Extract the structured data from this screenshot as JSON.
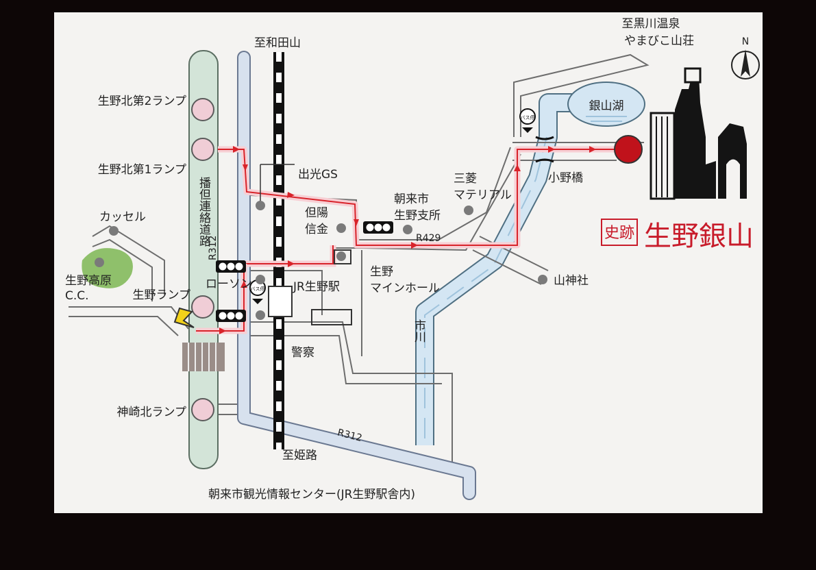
{
  "labels": {
    "to_wadayama": "至和田山",
    "to_kurokawa_line1": "至黒川温泉",
    "to_kurokawa_line2": "やまびこ山荘",
    "north": "N",
    "ikuno_kita_2_ramp": "生野北第2ランプ",
    "ikuno_kita_1_ramp": "生野北第1ランプ",
    "bantan_expressway": "播但連絡道路",
    "kasseru": "カッセル",
    "ikuno_kogen_cc_line1": "生野高原",
    "ikuno_kogen_cc_line2": "C.C.",
    "ikuno_ramp": "生野ランプ",
    "kanzaki_kita_ramp": "神崎北ランプ",
    "r312_vertical": "R312",
    "r312_diagonal": "R312",
    "idemitsu_gs": "出光GS",
    "tajima_shinkin_line1": "但陽",
    "tajima_shinkin_line2": "信金",
    "lawson": "ローソン",
    "jr_ikuno_station": "JR生野駅",
    "police": "警察",
    "to_himeji": "至姫路",
    "asago_branch_line1": "朝来市",
    "asago_branch_line2": "生野支所",
    "r429": "R429",
    "mitsubishi_line1": "三菱",
    "mitsubishi_line2": "マテリアル",
    "ikuno_mine_hall_line1": "生野",
    "ikuno_mine_hall_line2": "マインホール",
    "ichikawa_river": "市川",
    "ginzan_lake": "銀山湖",
    "ono_bridge": "小野橋",
    "sanjinja": "山神社",
    "historic_site_tag": "史跡",
    "ikuno_ginzan": "生野銀山",
    "bus_stop_sign": "バス停",
    "info_center": "朝来市観光情報センター(JR生野駅舎内)"
  },
  "colors": {
    "background": "#f4f3f1",
    "frame": "#0d0606",
    "route_red": "#d8232a",
    "route_pink": "#f7cfd4",
    "expressway_fill": "#d3e4d8",
    "r312_fill": "#d7e1ee",
    "river_fill": "#d4e6f3",
    "destination": "#c0121b"
  }
}
